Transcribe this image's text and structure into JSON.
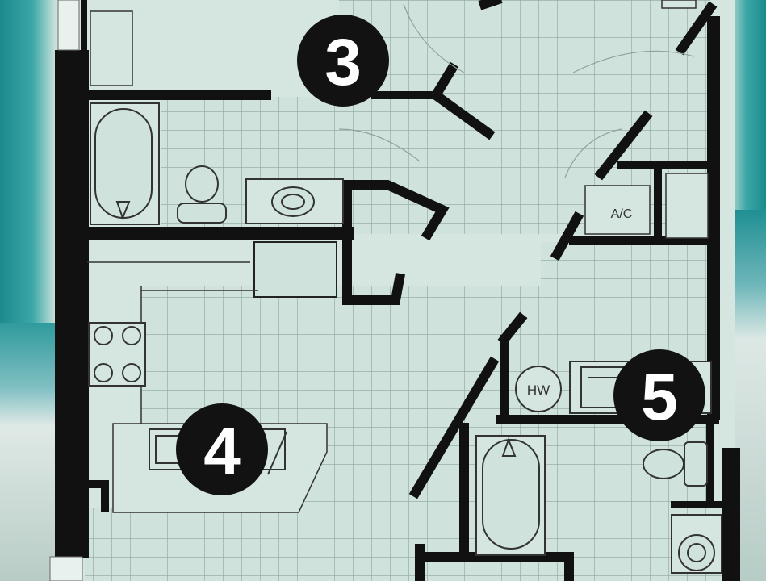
{
  "floorplan": {
    "units": [
      {
        "number": "3"
      },
      {
        "number": "4"
      },
      {
        "number": "5"
      }
    ],
    "fixture_labels": {
      "ac": "A/C",
      "water_heater": "HW"
    },
    "colors": {
      "wall": "#111111",
      "floor": "#cfe3dc",
      "grid": "#9fb3ad",
      "badge": "#121212",
      "badge_text": "#ffffff",
      "ocean": "#2a9a9c"
    }
  }
}
